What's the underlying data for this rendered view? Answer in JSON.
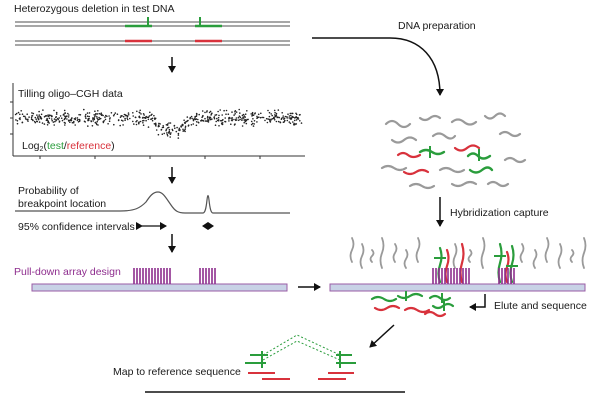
{
  "labels": {
    "heterozygous_deletion": "Heterozygous deletion in test DNA",
    "dna_preparation": "DNA preparation",
    "tiling_cgh": "Tilling oligo–CGH data",
    "log2_prefix": "Log",
    "log2_sub": "2",
    "log2_test": "test",
    "log2_slash": "/",
    "log2_reference": "reference",
    "log2_close": ")",
    "log2_open": "(",
    "probability_line1": "Probability of",
    "probability_line2": "breakpoint location",
    "confidence_intervals": "95% confidence intervals",
    "pulldown_design": "Pull-down array design",
    "hybridization_capture": "Hybridization capture",
    "elute_sequence": "Elute and sequence",
    "map_reference": "Map to reference sequence"
  },
  "colors": {
    "green": "#2a9d3c",
    "red": "#d8323c",
    "purple": "#8e2d8e",
    "array_fill": "#c8d2e6",
    "array_stroke": "#9a5ca6",
    "gray": "#9a9a9a",
    "black": "#111111"
  }
}
